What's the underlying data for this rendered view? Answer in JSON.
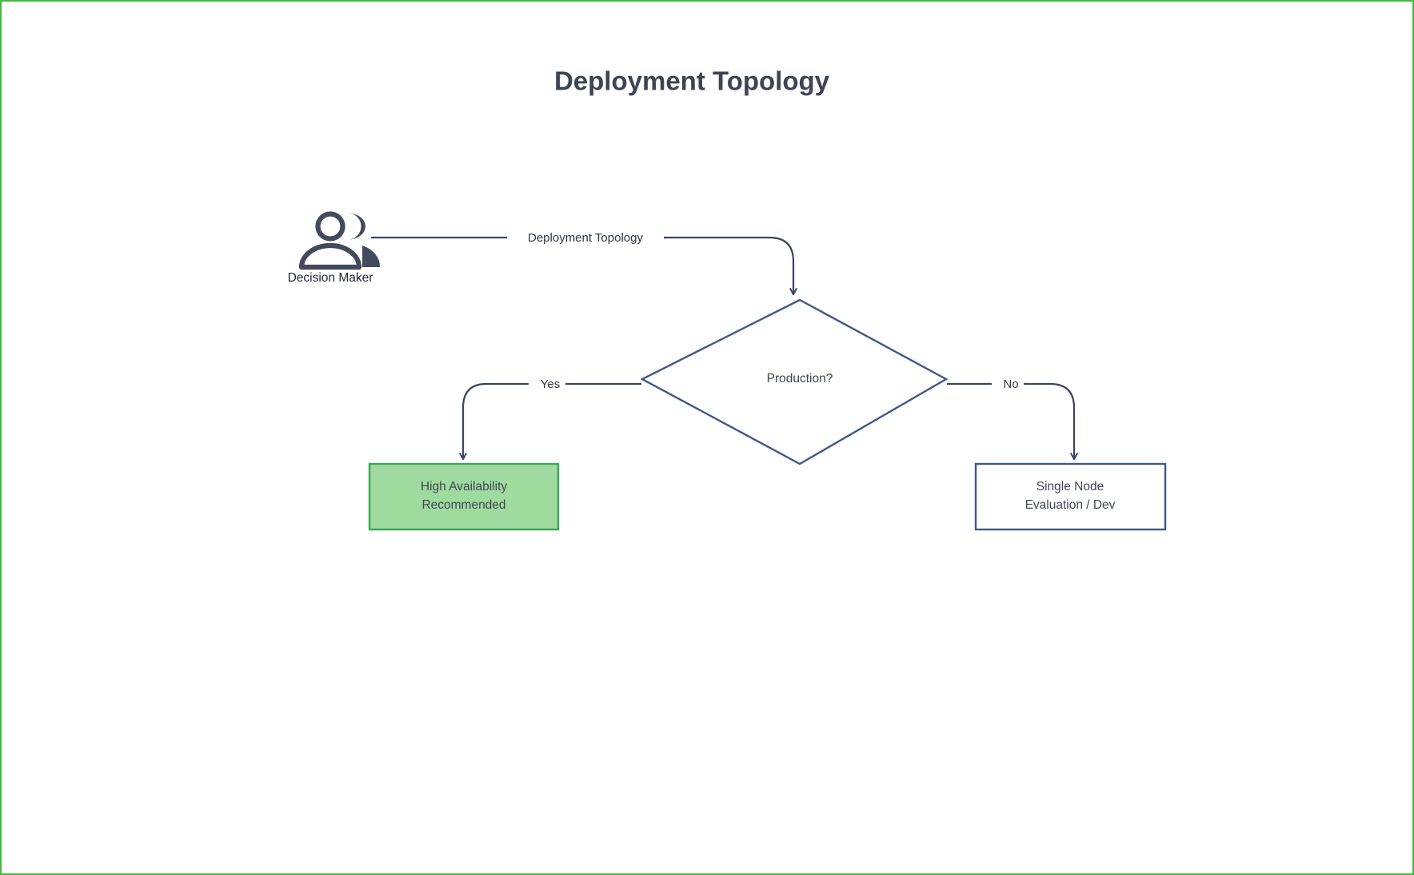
{
  "page": {
    "title": "Deployment Topology",
    "border_color": "#43b93f",
    "background": "#ffffff"
  },
  "diagram": {
    "type": "flowchart",
    "title": "Deployment Topology",
    "actor": {
      "icon": "users-icon",
      "label": "Decision Maker"
    },
    "nodes": [
      {
        "id": "decision",
        "shape": "diamond",
        "label": "Production?",
        "fill": "#ffffff",
        "stroke": "#3f5787"
      },
      {
        "id": "ha",
        "shape": "rect",
        "label_line1": "High Availability",
        "label_line2": "Recommended",
        "fill": "#9fdb9f",
        "stroke": "#3aa55a"
      },
      {
        "id": "single",
        "shape": "rect",
        "label_line1": "Single Node",
        "label_line2": "Evaluation / Dev",
        "fill": "#ffffff",
        "stroke": "#3f5787"
      }
    ],
    "edges": [
      {
        "id": "actor-to-decision",
        "label": "Deployment Topology",
        "from": "actor",
        "to": "decision"
      },
      {
        "id": "decision-to-ha",
        "label": "Yes",
        "from": "decision",
        "to": "ha"
      },
      {
        "id": "decision-to-single",
        "label": "No",
        "from": "decision",
        "to": "single"
      }
    ]
  }
}
